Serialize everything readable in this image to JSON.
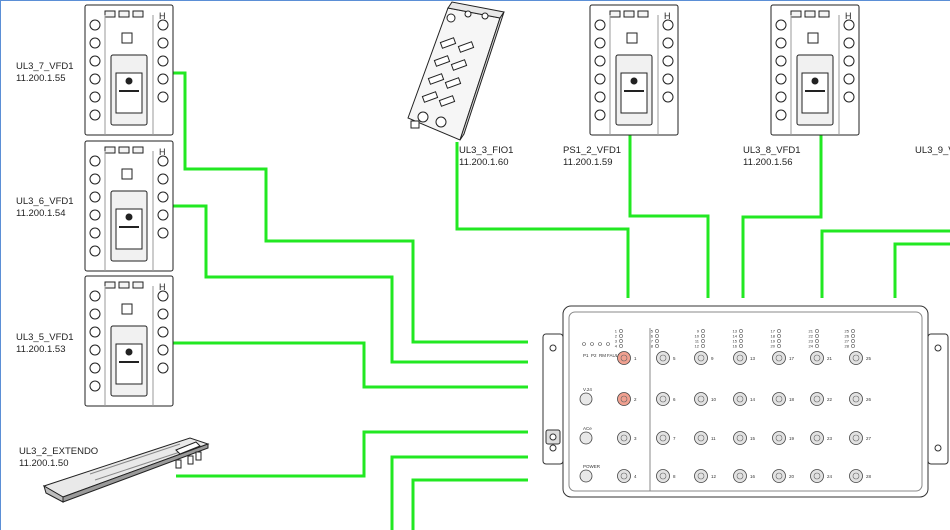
{
  "devices": [
    {
      "id": "ul3_7_vfd1",
      "name": "UL3_7_VFD1",
      "ip": "11.200.1.55"
    },
    {
      "id": "ul3_6_vfd1",
      "name": "UL3_6_VFD1",
      "ip": "11.200.1.54"
    },
    {
      "id": "ul3_5_vfd1",
      "name": "UL3_5_VFD1",
      "ip": "11.200.1.53"
    },
    {
      "id": "ul3_2_extendo",
      "name": "UL3_2_EXTENDO",
      "ip": "11.200.1.50"
    },
    {
      "id": "ul3_3_fio1",
      "name": "UL3_3_FIO1",
      "ip": "11.200.1.60"
    },
    {
      "id": "ps1_2_vfd1",
      "name": "PS1_2_VFD1",
      "ip": "11.200.1.59"
    },
    {
      "id": "ul3_8_vfd1",
      "name": "UL3_8_VFD1",
      "ip": "11.200.1.56"
    },
    {
      "id": "ul3_9_vfd1",
      "name": "UL3_9_V",
      "ip": ""
    }
  ],
  "switch": {
    "status_leds": [
      "P1",
      "P2",
      "RM",
      "FAULT"
    ],
    "ports_left_labels": [
      "V.24",
      "ACe",
      "POWER"
    ],
    "port_numbers": [
      [
        "1",
        "5",
        "9",
        "13",
        "17",
        "21",
        "25"
      ],
      [
        "2",
        "6",
        "10",
        "14",
        "18",
        "22",
        "26"
      ],
      [
        "3",
        "7",
        "11",
        "15",
        "19",
        "23",
        "27"
      ],
      [
        "4",
        "8",
        "12",
        "16",
        "20",
        "24",
        "28"
      ]
    ],
    "led_groups": [
      [
        "1",
        "2",
        "3",
        "4"
      ],
      [
        "5",
        "6",
        "7",
        "8"
      ],
      [
        "9",
        "10",
        "11",
        "12"
      ],
      [
        "13",
        "14",
        "15",
        "16"
      ],
      [
        "17",
        "18",
        "19",
        "20"
      ],
      [
        "21",
        "22",
        "23",
        "24"
      ],
      [
        "25",
        "26",
        "27",
        "28"
      ]
    ]
  },
  "colors": {
    "link": "#22e822",
    "device_outline": "#222222",
    "frame": "#5b8fd6",
    "port_active": "#f0a090"
  }
}
